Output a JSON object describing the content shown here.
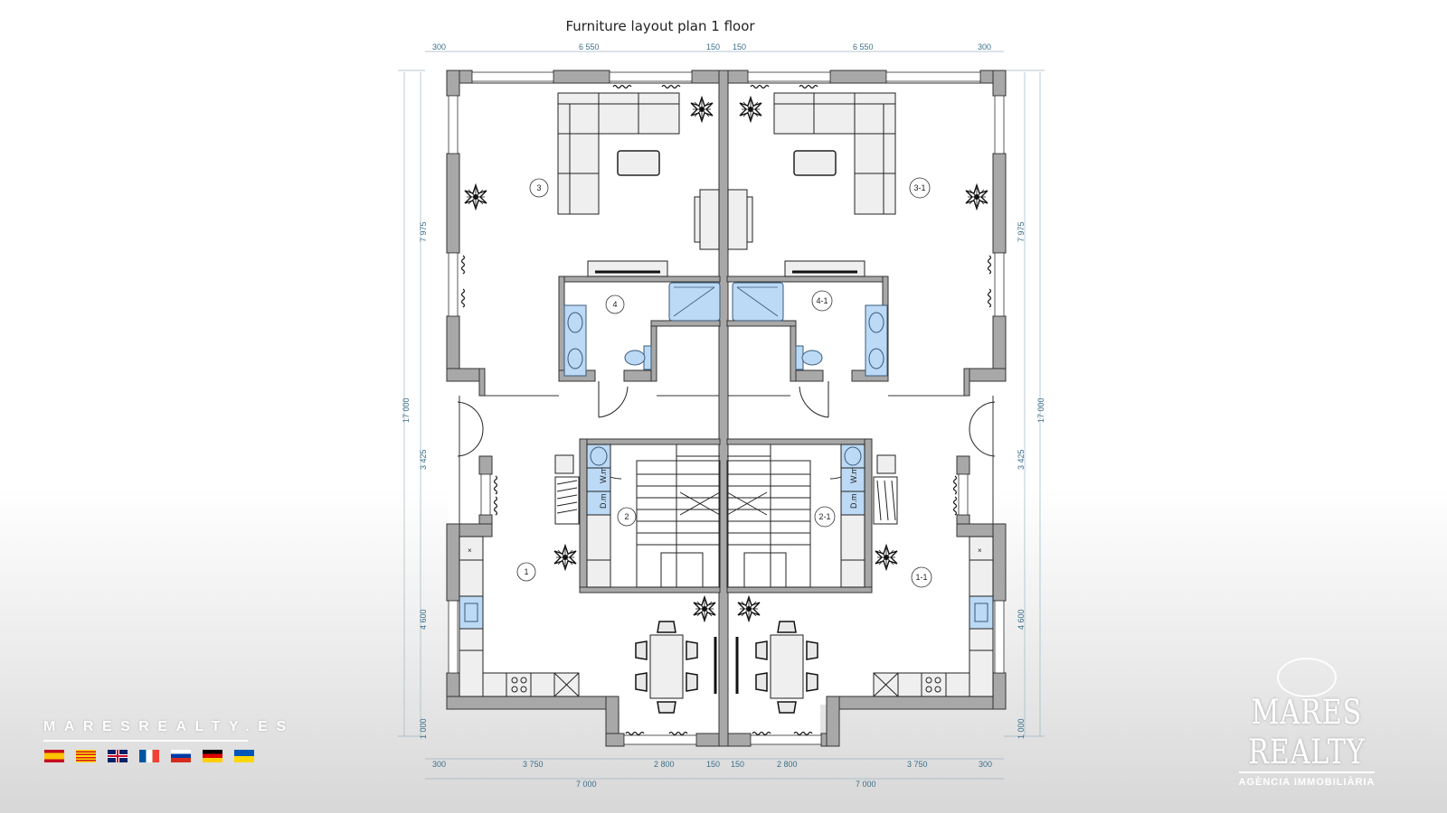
{
  "title": "Furniture layout plan 1 floor",
  "dimensions": {
    "top": [
      "300",
      "6 550",
      "150",
      "150",
      "6 550",
      "300"
    ],
    "bottom_row1": [
      "300",
      "3 750",
      "2 800",
      "150",
      "150",
      "2 800",
      "3 750",
      "300"
    ],
    "bottom_row2": [
      "7 000",
      "7 000"
    ],
    "left_inner": [
      "7 975",
      "3 425",
      "4 600",
      "1 000"
    ],
    "left_outer": "17 000",
    "right_inner": [
      "7 975",
      "3 425",
      "4 600",
      "1 000"
    ],
    "right_outer": "17 000"
  },
  "rooms": {
    "left": [
      "1",
      "2",
      "3",
      "4"
    ],
    "right": [
      "1-1",
      "2-1",
      "3-1",
      "4-1"
    ]
  },
  "appliances": {
    "washing_machine": "W.m",
    "dishwasher": "D.m"
  },
  "colors": {
    "wall": "#a8a8a8",
    "sanitary": "#bcd9f5",
    "dimension_text": "#3c6f8a",
    "furniture": "#efefef"
  },
  "footer": {
    "website": "MARESREALTY.ES",
    "flags": [
      "spain-flag",
      "catalonia-flag",
      "uk-flag",
      "france-flag",
      "russia-flag",
      "germany-flag",
      "ukraine-flag"
    ]
  },
  "brand": {
    "name": "MARES REALTY",
    "subtitle": "AGÈNCIA IMMOBILIÀRIA"
  }
}
